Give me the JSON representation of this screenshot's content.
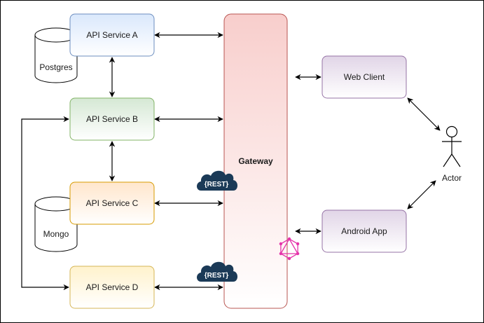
{
  "diagram": {
    "services": {
      "a": {
        "label": "API Service A",
        "fill": "#dae8fc",
        "stroke": "#6c8ebf"
      },
      "b": {
        "label": "API Service B",
        "fill": "#d5e8d4",
        "stroke": "#82b366"
      },
      "c": {
        "label": "API Service C",
        "fill": "#ffe6cc",
        "stroke": "#d79b00"
      },
      "d": {
        "label": "API Service D",
        "fill": "#fff2cc",
        "stroke": "#d6b656"
      }
    },
    "databases": {
      "postgres": {
        "label": "Postgres"
      },
      "mongo": {
        "label": "Mongo"
      }
    },
    "gateway": {
      "label": "Gateway",
      "fill": "#f8cecc",
      "stroke": "#b85450"
    },
    "clients": {
      "web": {
        "label": "Web Client"
      },
      "android": {
        "label": "Android App"
      },
      "fill": "#e1d5e7",
      "stroke": "#9673a6"
    },
    "actor": {
      "label": "Actor"
    },
    "rest_badge": {
      "text": "{REST}",
      "color": "#1b3a57"
    },
    "graphql_icon": {
      "name": "graphql-icon",
      "color": "#e535ab"
    }
  }
}
